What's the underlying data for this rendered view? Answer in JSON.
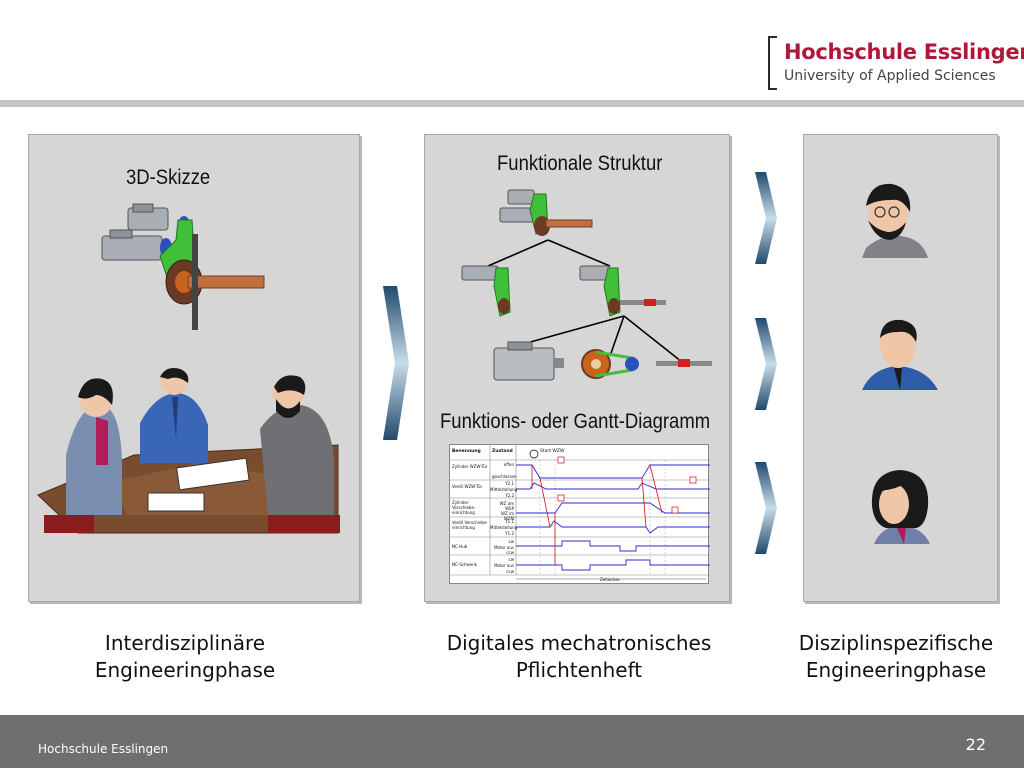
{
  "header": {
    "logo_line1": "Hochschule Esslingen",
    "logo_line2": "University of Applied Sciences"
  },
  "panels": {
    "left_title": "3D-Skizze",
    "middle_title": "Funktionale Struktur",
    "middle_subtitle": "Funktions- oder Gantt-Diagramm"
  },
  "gantt": {
    "header_name": "Benennung",
    "header_state": "Zustand",
    "start_label": "Start WZW",
    "rows": [
      {
        "name": "Zylinder WZW-Tür",
        "states": [
          "offen",
          "geschlossen"
        ]
      },
      {
        "name": "Ventil WZW-Tür",
        "states": [
          "Y2.1",
          "Mittelstellung",
          "Y2.2"
        ]
      },
      {
        "name": "Zylinder Verschiebe-einrichtung",
        "states": [
          "WZ am WSP",
          "WZ im WZM"
        ]
      },
      {
        "name": "Ventil Verschiebe-einrichtung",
        "states": [
          "Y1.1",
          "Mittelstellung",
          "Y1.2"
        ]
      },
      {
        "name": "NC-Hub",
        "states": [
          "cw",
          "Motor aus",
          "ccw"
        ]
      },
      {
        "name": "NC-Schwenk",
        "states": [
          "cw",
          "Motor aus",
          "ccw"
        ]
      }
    ],
    "axis_label": "Zeitachse"
  },
  "captions": {
    "left_line1": "Interdisziplinäre",
    "left_line2": "Engineeringphase",
    "middle_line1": "Digitales mechatronisches",
    "middle_line2": "Pflichtenheft",
    "right_line1": "Disziplinspezifische",
    "right_line2": "Engineeringphase"
  },
  "footer": {
    "text": "Hochschule Esslingen",
    "page_number": "22"
  },
  "colors": {
    "brand": "#b0183b",
    "panel": "#d6d6d6",
    "footer": "#6e6f71",
    "arrow": "#1f4a6e",
    "gantt_line": "#2a2ad0",
    "gantt_transition": "#cc1010"
  }
}
